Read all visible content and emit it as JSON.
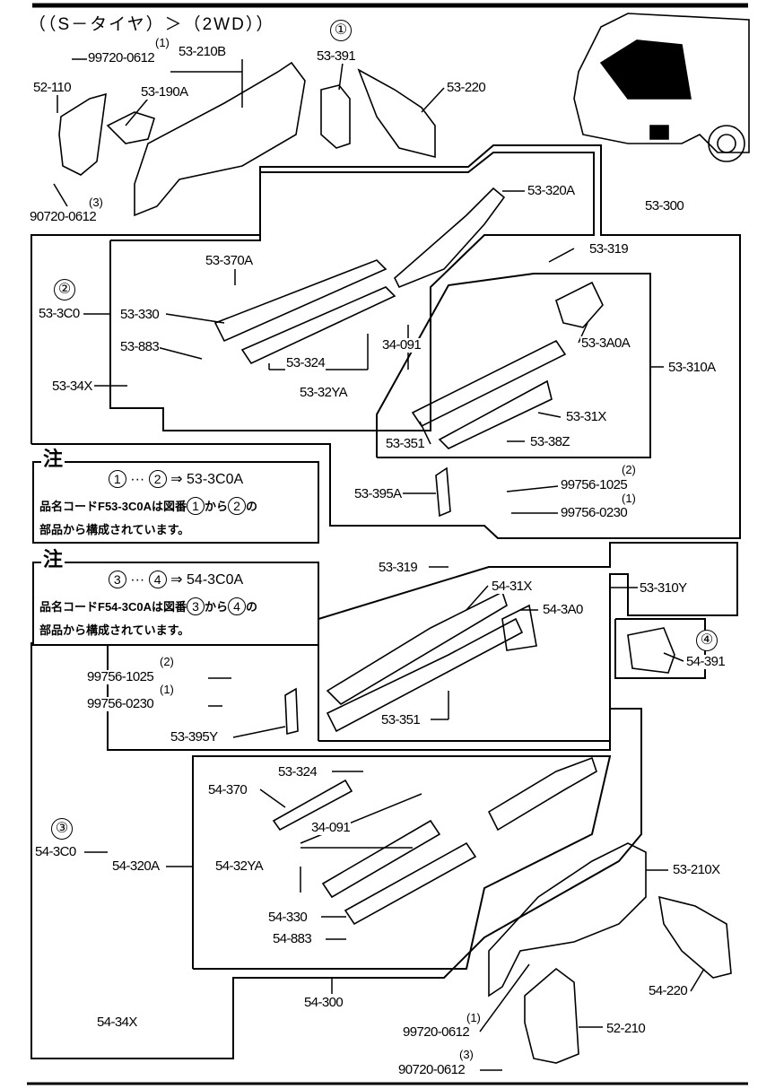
{
  "title": "（（S－タイヤ）＞（2WD））",
  "callouts": {
    "c1": "①",
    "c2": "②",
    "c3": "③",
    "c4": "④"
  },
  "labels": {
    "qty_top_1": "(1)",
    "bolt_99720_top": "99720-0612",
    "p53_210B": "53-210B",
    "p52_110": "52-110",
    "p53_190A": "53-190A",
    "p53_391": "53-391",
    "p53_220": "53-220",
    "qty_top_3": "(3)",
    "bolt_90720_top": "90720-0612",
    "p53_320A": "53-320A",
    "p53_300": "53-300",
    "p53_319_a": "53-319",
    "p53_370A": "53-370A",
    "p53_3C0": "53-3C0",
    "p53_330": "53-330",
    "p53_3A0A": "53-3A0A",
    "p53_883": "53-883",
    "p34_091_a": "34-091",
    "p53_310A": "53-310A",
    "p53_324_a": "53-324",
    "p53_34X": "53-34X",
    "p53_32YA": "53-32YA",
    "p53_31X": "53-31X",
    "p53_351_a": "53-351",
    "p53_38Z": "53-38Z",
    "qty_mid_2": "(2)",
    "p53_395A": "53-395A",
    "bolt_99756_1025_a": "99756-1025",
    "qty_mid_1": "(1)",
    "bolt_99756_0230_a": "99756-0230",
    "p53_319_b": "53-319",
    "p54_31X": "54-31X",
    "p53_310Y": "53-310Y",
    "p54_3A0": "54-3A0",
    "p54_391": "54-391",
    "qty_low_2": "(2)",
    "bolt_99756_1025_b": "99756-1025",
    "qty_low_1": "(1)",
    "bolt_99756_0230_b": "99756-0230",
    "p53_351_b": "53-351",
    "p53_395Y": "53-395Y",
    "p53_324_b": "53-324",
    "p54_370": "54-370",
    "p34_091_b": "34-091",
    "p54_3C0": "54-3C0",
    "p54_320A": "54-320A",
    "p54_32YA": "54-32YA",
    "p53_210X": "53-210X",
    "p54_330": "54-330",
    "p54_883": "54-883",
    "p54_300": "54-300",
    "p54_34X": "54-34X",
    "p54_220": "54-220",
    "qty_bot_1": "(1)",
    "p52_210": "52-210",
    "bolt_99720_bot": "99720-0612",
    "qty_bot_3": "(3)",
    "bolt_90720_bot": "90720-0612"
  },
  "notes": [
    {
      "header": "注",
      "from": "1",
      "to": "2",
      "ellipsis": "···",
      "arrow": "⇒",
      "code": "53-3C0A",
      "line2_a": "品名コードF53-3C0Aは図番",
      "line2_b": "から",
      "line2_c": "の",
      "line3": "部品から構成されています。"
    },
    {
      "header": "注",
      "from": "3",
      "to": "4",
      "ellipsis": "···",
      "arrow": "⇒",
      "code": "54-3C0A",
      "line2_a": "品名コードF54-3C0Aは図番",
      "line2_b": "から",
      "line2_c": "の",
      "line3": "部品から構成されています。"
    }
  ]
}
